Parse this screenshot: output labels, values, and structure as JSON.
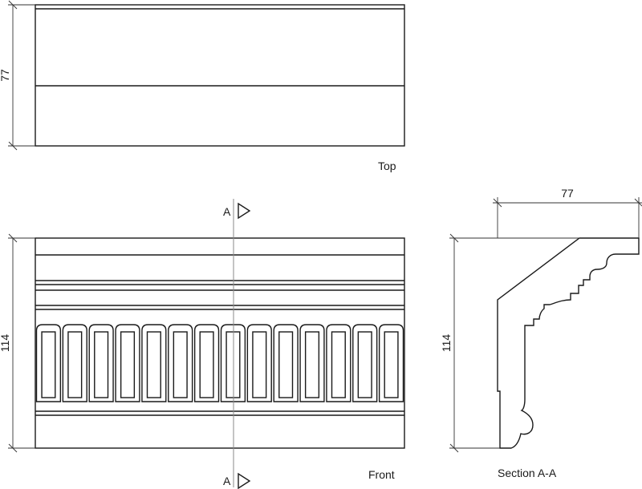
{
  "views": {
    "top": {
      "label": "Top",
      "depth_dimension": "77"
    },
    "front": {
      "label": "Front",
      "height_dimension": "114",
      "dentil_count": 14
    },
    "section": {
      "label": "Section A-A",
      "depth_dimension": "77",
      "height_dimension": "114"
    }
  },
  "section_marker": {
    "top_label": "A",
    "bottom_label": "A"
  }
}
